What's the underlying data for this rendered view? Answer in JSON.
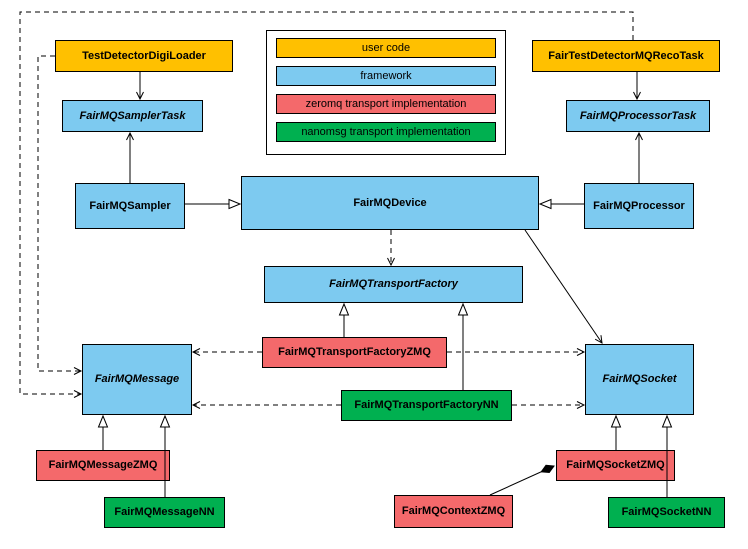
{
  "diagram": {
    "legend": {
      "items": [
        {
          "label": "user code",
          "color": "#FFC000"
        },
        {
          "label": "framework",
          "color": "#7DCAF0"
        },
        {
          "label": "zeromq transport implementation",
          "color": "#F4696B"
        },
        {
          "label": "nanomsg transport implementation",
          "color": "#00B050"
        }
      ]
    },
    "nodes": {
      "test_detector_digi_loader": {
        "label": "TestDetectorDigiLoader",
        "category": "user code",
        "abstract": false
      },
      "fair_test_detector_mq_reco_task": {
        "label": "FairTestDetectorMQRecoTask",
        "category": "user code",
        "abstract": false
      },
      "fairmq_sampler_task": {
        "label": "FairMQSamplerTask",
        "category": "framework",
        "abstract": true
      },
      "fairmq_processor_task": {
        "label": "FairMQProcessorTask",
        "category": "framework",
        "abstract": true
      },
      "fairmq_sampler": {
        "label": "FairMQSampler",
        "category": "framework",
        "abstract": false
      },
      "fairmq_device": {
        "label": "FairMQDevice",
        "category": "framework",
        "abstract": false
      },
      "fairmq_processor": {
        "label": "FairMQProcessor",
        "category": "framework",
        "abstract": false
      },
      "fairmq_transport_factory": {
        "label": "FairMQTransportFactory",
        "category": "framework",
        "abstract": true
      },
      "fairmq_transport_factory_zmq": {
        "label": "FairMQTransportFactoryZMQ",
        "category": "zeromq",
        "abstract": false
      },
      "fairmq_transport_factory_nn": {
        "label": "FairMQTransportFactoryNN",
        "category": "nanomsg",
        "abstract": false
      },
      "fairmq_message": {
        "label": "FairMQMessage",
        "category": "framework",
        "abstract": true
      },
      "fairmq_socket": {
        "label": "FairMQSocket",
        "category": "framework",
        "abstract": true
      },
      "fairmq_message_zmq": {
        "label": "FairMQMessageZMQ",
        "category": "zeromq",
        "abstract": false
      },
      "fairmq_message_nn": {
        "label": "FairMQMessageNN",
        "category": "nanomsg",
        "abstract": false
      },
      "fairmq_socket_zmq": {
        "label": "FairMQSocketZMQ",
        "category": "zeromq",
        "abstract": false
      },
      "fairmq_socket_nn": {
        "label": "FairMQSocketNN",
        "category": "nanomsg",
        "abstract": false
      },
      "fairmq_context_zmq": {
        "label": "FairMQContextZMQ",
        "category": "zeromq",
        "abstract": false
      }
    },
    "edges": [
      {
        "from": "TestDetectorDigiLoader",
        "to": "FairMQSamplerTask",
        "line": "solid",
        "head": "arrow"
      },
      {
        "from": "FairTestDetectorMQRecoTask",
        "to": "FairMQProcessorTask",
        "line": "solid",
        "head": "arrow"
      },
      {
        "from": "FairMQSampler",
        "to": "FairMQSamplerTask",
        "line": "solid",
        "head": "arrow"
      },
      {
        "from": "FairMQProcessor",
        "to": "FairMQProcessorTask",
        "line": "solid",
        "head": "arrow"
      },
      {
        "from": "FairMQSampler",
        "to": "FairMQDevice",
        "line": "solid",
        "head": "hollow-triangle"
      },
      {
        "from": "FairMQProcessor",
        "to": "FairMQDevice",
        "line": "solid",
        "head": "hollow-triangle"
      },
      {
        "from": "FairMQDevice",
        "to": "FairMQTransportFactory",
        "line": "dashed",
        "head": "arrow"
      },
      {
        "from": "FairMQDevice",
        "to": "FairMQSocket",
        "line": "solid",
        "head": "arrow"
      },
      {
        "from": "FairMQTransportFactoryZMQ",
        "to": "FairMQTransportFactory",
        "line": "solid",
        "head": "hollow-triangle"
      },
      {
        "from": "FairMQTransportFactoryNN",
        "to": "FairMQTransportFactory",
        "line": "solid",
        "head": "hollow-triangle"
      },
      {
        "from": "FairMQTransportFactoryZMQ",
        "to": "FairMQMessage",
        "line": "dashed",
        "head": "arrow"
      },
      {
        "from": "FairMQTransportFactoryZMQ",
        "to": "FairMQSocket",
        "line": "dashed",
        "head": "arrow"
      },
      {
        "from": "FairMQTransportFactoryNN",
        "to": "FairMQMessage",
        "line": "dashed",
        "head": "arrow"
      },
      {
        "from": "FairMQTransportFactoryNN",
        "to": "FairMQSocket",
        "line": "dashed",
        "head": "arrow"
      },
      {
        "from": "FairMQMessageZMQ",
        "to": "FairMQMessage",
        "line": "solid",
        "head": "hollow-triangle"
      },
      {
        "from": "FairMQMessageNN",
        "to": "FairMQMessage",
        "line": "solid",
        "head": "hollow-triangle"
      },
      {
        "from": "FairMQSocketZMQ",
        "to": "FairMQSocket",
        "line": "solid",
        "head": "hollow-triangle"
      },
      {
        "from": "FairMQSocketNN",
        "to": "FairMQSocket",
        "line": "solid",
        "head": "hollow-triangle"
      },
      {
        "from": "FairMQContextZMQ",
        "to": "FairMQSocketZMQ",
        "line": "solid",
        "head": "filled-diamond"
      },
      {
        "from": "TestDetectorDigiLoader",
        "to": "FairMQMessage",
        "line": "dashed",
        "head": "arrow"
      },
      {
        "from": "FairTestDetectorMQRecoTask",
        "to": "FairMQMessage",
        "line": "dashed",
        "head": "arrow"
      }
    ]
  }
}
